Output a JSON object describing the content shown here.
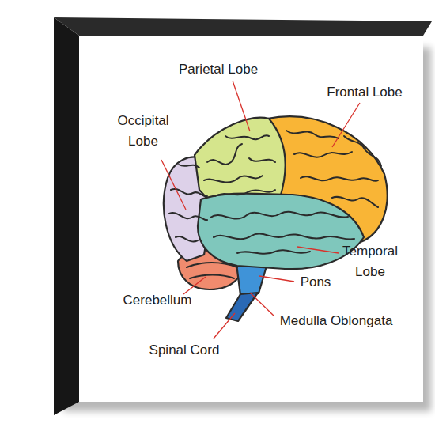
{
  "diagram": {
    "labels": [
      "Parietal Lobe",
      "Frontal Lobe",
      "Occipital Lobe",
      "Temporal Lobe",
      "Pons",
      "Cerebellum",
      "Medulla Oblongata",
      "Spinal Cord"
    ]
  }
}
